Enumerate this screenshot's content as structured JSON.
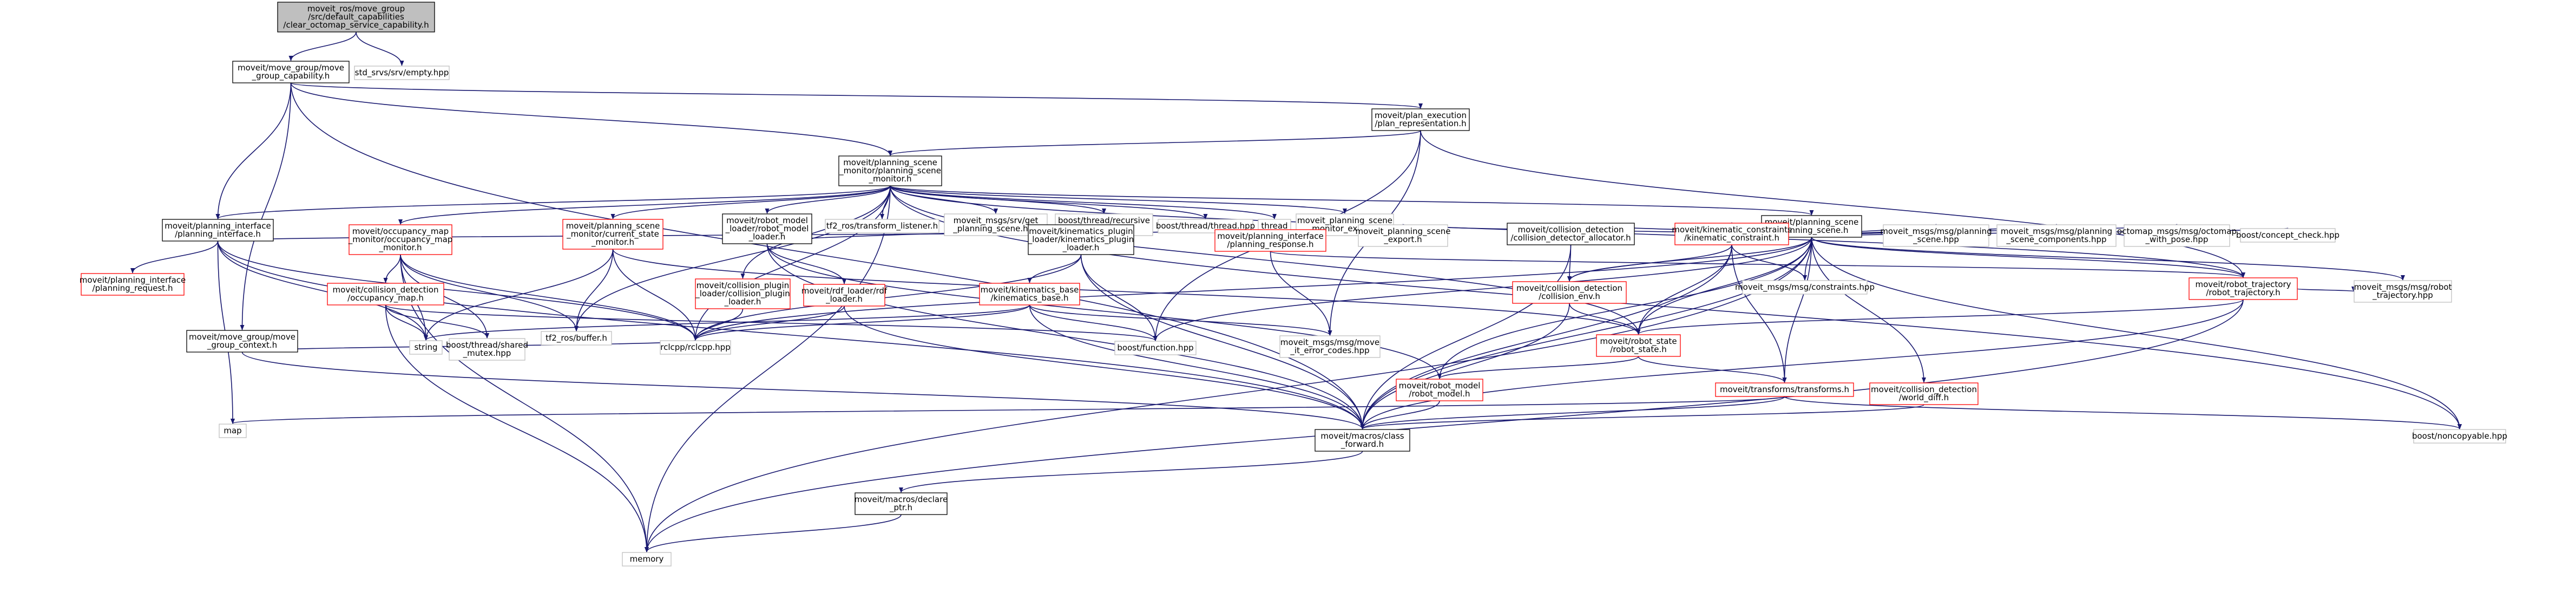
{
  "colors": {
    "root_fill": "#bfbfbf",
    "root_border": "#000000",
    "node_fill": "#ffffff",
    "node_border_documented": "#000000",
    "node_border_undocumented": "#ff0000",
    "system_header_border": "#bfbfbf",
    "edge": "#191970"
  },
  "nodes": [
    {
      "id": "root",
      "kind": "root",
      "lines": [
        "moveit_ros/move_group",
        "/src/default_capabilities",
        "/clear_octomap_service_capability.h"
      ]
    },
    {
      "id": "mgc",
      "kind": "doc",
      "lines": [
        "moveit/move_group/move",
        "_group_capability.h"
      ]
    },
    {
      "id": "std_srvs",
      "kind": "sys",
      "lines": [
        "std_srvs/srv/empty.hpp"
      ]
    },
    {
      "id": "per",
      "kind": "doc",
      "lines": [
        "moveit/plan_execution",
        "/plan_representation.h"
      ]
    },
    {
      "id": "psm",
      "kind": "doc",
      "lines": [
        "moveit/planning_scene",
        "_monitor/planning_scene",
        "_monitor.h"
      ]
    },
    {
      "id": "pii",
      "kind": "doc",
      "lines": [
        "moveit/planning_interface",
        "/planning_interface.h"
      ]
    },
    {
      "id": "pireq",
      "kind": "red",
      "lines": [
        "moveit/planning_interface",
        "/planning_request.h"
      ]
    },
    {
      "id": "ocmon",
      "kind": "red",
      "lines": [
        "moveit/occupancy_map",
        "_monitor/occupancy_map",
        "_monitor.h"
      ]
    },
    {
      "id": "ocmap",
      "kind": "red",
      "lines": [
        "moveit/collision_detection",
        "/occupancy_map.h"
      ]
    },
    {
      "id": "mgctx",
      "kind": "doc",
      "lines": [
        "moveit/move_group/move",
        "_group_context.h"
      ]
    },
    {
      "id": "rml",
      "kind": "doc",
      "lines": [
        "moveit/robot_model",
        "_loader/robot_model",
        "_loader.h"
      ]
    },
    {
      "id": "tf2tl",
      "kind": "sys",
      "lines": [
        "tf2_ros/transform_listener.h"
      ]
    },
    {
      "id": "gps",
      "kind": "sys",
      "lines": [
        "moveit_msgs/srv/get",
        "_planning_scene.hpp"
      ]
    },
    {
      "id": "rmutex",
      "kind": "sys",
      "lines": [
        "boost/thread/recursive",
        "_mutex.hpp"
      ]
    },
    {
      "id": "bthread",
      "kind": "sys",
      "lines": [
        "boost/thread/thread.hpp"
      ]
    },
    {
      "id": "thread",
      "kind": "sys",
      "lines": [
        "thread"
      ]
    },
    {
      "id": "psexp1",
      "kind": "sys",
      "lines": [
        "moveit_planning_scene",
        "_monitor_export.h"
      ]
    },
    {
      "id": "ps",
      "kind": "doc",
      "lines": [
        "moveit/planning_scene",
        "/planning_scene.h"
      ]
    },
    {
      "id": "csm",
      "kind": "red",
      "lines": [
        "moveit/planning_scene",
        "_monitor/current_state",
        "_monitor.h"
      ]
    },
    {
      "id": "cpl",
      "kind": "red",
      "lines": [
        "moveit/collision_plugin",
        "_loader/collision_plugin",
        "_loader.h"
      ]
    },
    {
      "id": "rdf",
      "kind": "red",
      "lines": [
        "moveit/rdf_loader/rdf",
        "_loader.h"
      ]
    },
    {
      "id": "kpl",
      "kind": "doc",
      "lines": [
        "moveit/kinematics_plugin",
        "_loader/kinematics_plugin",
        "_loader.h"
      ]
    },
    {
      "id": "kb",
      "kind": "red",
      "lines": [
        "moveit/kinematics_base",
        "/kinematics_base.h"
      ]
    },
    {
      "id": "pires",
      "kind": "red",
      "lines": [
        "moveit/planning_interface",
        "/planning_response.h"
      ]
    },
    {
      "id": "tf2buf",
      "kind": "sys",
      "lines": [
        "tf2_ros/buffer.h"
      ]
    },
    {
      "id": "string",
      "kind": "sys",
      "lines": [
        "string"
      ]
    },
    {
      "id": "shmutex",
      "kind": "sys",
      "lines": [
        "boost/thread/shared",
        "_mutex.hpp"
      ]
    },
    {
      "id": "rclcpp",
      "kind": "sys",
      "lines": [
        "rclcpp/rclcpp.hpp"
      ]
    },
    {
      "id": "bfunc",
      "kind": "sys",
      "lines": [
        "boost/function.hpp"
      ]
    },
    {
      "id": "errc",
      "kind": "sys",
      "lines": [
        "moveit_msgs/msg/move",
        "_it_error_codes.hpp"
      ]
    },
    {
      "id": "psexp2",
      "kind": "sys",
      "lines": [
        "moveit_planning_scene",
        "_export.h"
      ]
    },
    {
      "id": "cda",
      "kind": "doc",
      "lines": [
        "moveit/collision_detection",
        "/collision_detector_allocator.h"
      ]
    },
    {
      "id": "kc",
      "kind": "red",
      "lines": [
        "moveit/kinematic_constraints",
        "/kinematic_constraint.h"
      ]
    },
    {
      "id": "cenv",
      "kind": "red",
      "lines": [
        "moveit/collision_detection",
        "/collision_env.h"
      ]
    },
    {
      "id": "constr",
      "kind": "sys",
      "lines": [
        "moveit_msgs/msg/constraints.hpp"
      ]
    },
    {
      "id": "mps",
      "kind": "sys",
      "lines": [
        "moveit_msgs/msg/planning",
        "_scene.hpp"
      ]
    },
    {
      "id": "mpsc",
      "kind": "sys",
      "lines": [
        "moveit_msgs/msg/planning",
        "_scene_components.hpp"
      ]
    },
    {
      "id": "octo",
      "kind": "sys",
      "lines": [
        "octomap_msgs/msg/octomap",
        "_with_pose.hpp"
      ]
    },
    {
      "id": "ccheck",
      "kind": "sys",
      "lines": [
        "boost/concept_check.hpp"
      ]
    },
    {
      "id": "rt",
      "kind": "red",
      "lines": [
        "moveit/robot_trajectory",
        "/robot_trajectory.h"
      ]
    },
    {
      "id": "mrt",
      "kind": "sys",
      "lines": [
        "moveit_msgs/msg/robot",
        "_trajectory.hpp"
      ]
    },
    {
      "id": "rs",
      "kind": "red",
      "lines": [
        "moveit/robot_state",
        "/robot_state.h"
      ]
    },
    {
      "id": "rm",
      "kind": "red",
      "lines": [
        "moveit/robot_model",
        "/robot_model.h"
      ]
    },
    {
      "id": "trans",
      "kind": "red",
      "lines": [
        "moveit/transforms/transforms.h"
      ]
    },
    {
      "id": "wd",
      "kind": "red",
      "lines": [
        "moveit/collision_detection",
        "/world_diff.h"
      ]
    },
    {
      "id": "map",
      "kind": "sys",
      "lines": [
        "map"
      ]
    },
    {
      "id": "cfwd",
      "kind": "doc",
      "lines": [
        "moveit/macros/class",
        "_forward.h"
      ]
    },
    {
      "id": "noncopy",
      "kind": "sys",
      "lines": [
        "boost/noncopyable.hpp"
      ]
    },
    {
      "id": "decl",
      "kind": "doc",
      "lines": [
        "moveit/macros/declare",
        "_ptr.h"
      ]
    },
    {
      "id": "memory",
      "kind": "sys",
      "lines": [
        "memory"
      ]
    }
  ],
  "edges": [
    [
      "root",
      "mgc"
    ],
    [
      "root",
      "std_srvs"
    ],
    [
      "mgc",
      "per"
    ],
    [
      "mgc",
      "psm"
    ],
    [
      "mgc",
      "pii"
    ],
    [
      "mgc",
      "mgctx"
    ],
    [
      "mgc",
      "cfwd"
    ],
    [
      "per",
      "psm"
    ],
    [
      "per",
      "rt"
    ],
    [
      "per",
      "bfunc"
    ],
    [
      "per",
      "errc"
    ],
    [
      "psm",
      "pii"
    ],
    [
      "psm",
      "ocmon"
    ],
    [
      "psm",
      "rml"
    ],
    [
      "psm",
      "tf2tl"
    ],
    [
      "psm",
      "gps"
    ],
    [
      "psm",
      "rmutex"
    ],
    [
      "psm",
      "bthread"
    ],
    [
      "psm",
      "thread"
    ],
    [
      "psm",
      "psexp1"
    ],
    [
      "psm",
      "ps"
    ],
    [
      "psm",
      "csm"
    ],
    [
      "psm",
      "cpl"
    ],
    [
      "psm",
      "tf2buf"
    ],
    [
      "psm",
      "rclcpp"
    ],
    [
      "psm",
      "memory"
    ],
    [
      "psm",
      "noncopy"
    ],
    [
      "psm",
      "rt"
    ],
    [
      "psm",
      "rs"
    ],
    [
      "pii",
      "pireq"
    ],
    [
      "pii",
      "pires"
    ],
    [
      "pii",
      "map"
    ],
    [
      "pii",
      "string"
    ],
    [
      "pii",
      "rclcpp"
    ],
    [
      "pii",
      "cfwd"
    ],
    [
      "ocmon",
      "ocmap"
    ],
    [
      "ocmon",
      "tf2buf"
    ],
    [
      "ocmon",
      "string"
    ],
    [
      "ocmon",
      "shmutex"
    ],
    [
      "ocmon",
      "rclcpp"
    ],
    [
      "ocmon",
      "memory"
    ],
    [
      "ocmap",
      "string"
    ],
    [
      "ocmap",
      "shmutex"
    ],
    [
      "ocmap",
      "memory"
    ],
    [
      "ocmap",
      "bfunc"
    ],
    [
      "mgctx",
      "rclcpp"
    ],
    [
      "mgctx",
      "cfwd"
    ],
    [
      "rml",
      "kpl"
    ],
    [
      "rml",
      "rdf"
    ],
    [
      "rml",
      "cfwd"
    ],
    [
      "rml",
      "rm"
    ],
    [
      "ps",
      "cda"
    ],
    [
      "ps",
      "kc"
    ],
    [
      "ps",
      "cenv"
    ],
    [
      "ps",
      "constr"
    ],
    [
      "ps",
      "mps"
    ],
    [
      "ps",
      "mpsc"
    ],
    [
      "ps",
      "octo"
    ],
    [
      "ps",
      "ccheck"
    ],
    [
      "ps",
      "psexp2"
    ],
    [
      "ps",
      "rt"
    ],
    [
      "ps",
      "rs"
    ],
    [
      "ps",
      "trans"
    ],
    [
      "ps",
      "wd"
    ],
    [
      "ps",
      "noncopy"
    ],
    [
      "ps",
      "cfwd"
    ],
    [
      "ps",
      "rm"
    ],
    [
      "ps",
      "bfunc"
    ],
    [
      "ps",
      "rclcpp"
    ],
    [
      "ps",
      "memory"
    ],
    [
      "ps",
      "mrt"
    ],
    [
      "csm",
      "tf2buf"
    ],
    [
      "csm",
      "string"
    ],
    [
      "csm",
      "rclcpp"
    ],
    [
      "csm",
      "rs"
    ],
    [
      "cpl",
      "rclcpp"
    ],
    [
      "rdf",
      "rclcpp"
    ],
    [
      "rdf",
      "cfwd"
    ],
    [
      "kpl",
      "kb"
    ],
    [
      "kpl",
      "bfunc"
    ],
    [
      "kpl",
      "cfwd"
    ],
    [
      "kpl",
      "rclcpp"
    ],
    [
      "kb",
      "string"
    ],
    [
      "kb",
      "rclcpp"
    ],
    [
      "kb",
      "bfunc"
    ],
    [
      "kb",
      "errc"
    ],
    [
      "kb",
      "cfwd"
    ],
    [
      "pires",
      "rt"
    ],
    [
      "pires",
      "errc"
    ],
    [
      "cda",
      "cenv"
    ],
    [
      "cda",
      "cfwd"
    ],
    [
      "kc",
      "cenv"
    ],
    [
      "kc",
      "rs"
    ],
    [
      "kc",
      "constr"
    ],
    [
      "kc",
      "trans"
    ],
    [
      "kc",
      "cfwd"
    ],
    [
      "cenv",
      "rs"
    ],
    [
      "cenv",
      "cfwd"
    ],
    [
      "rt",
      "rs"
    ],
    [
      "rt",
      "mrt"
    ],
    [
      "rt",
      "cfwd"
    ],
    [
      "rt",
      "memory"
    ],
    [
      "rs",
      "rm"
    ],
    [
      "rs",
      "trans"
    ],
    [
      "rm",
      "cfwd"
    ],
    [
      "trans",
      "cfwd"
    ],
    [
      "trans",
      "noncopy"
    ],
    [
      "trans",
      "map"
    ],
    [
      "wd",
      "cfwd"
    ],
    [
      "cfwd",
      "decl"
    ],
    [
      "decl",
      "memory"
    ]
  ]
}
